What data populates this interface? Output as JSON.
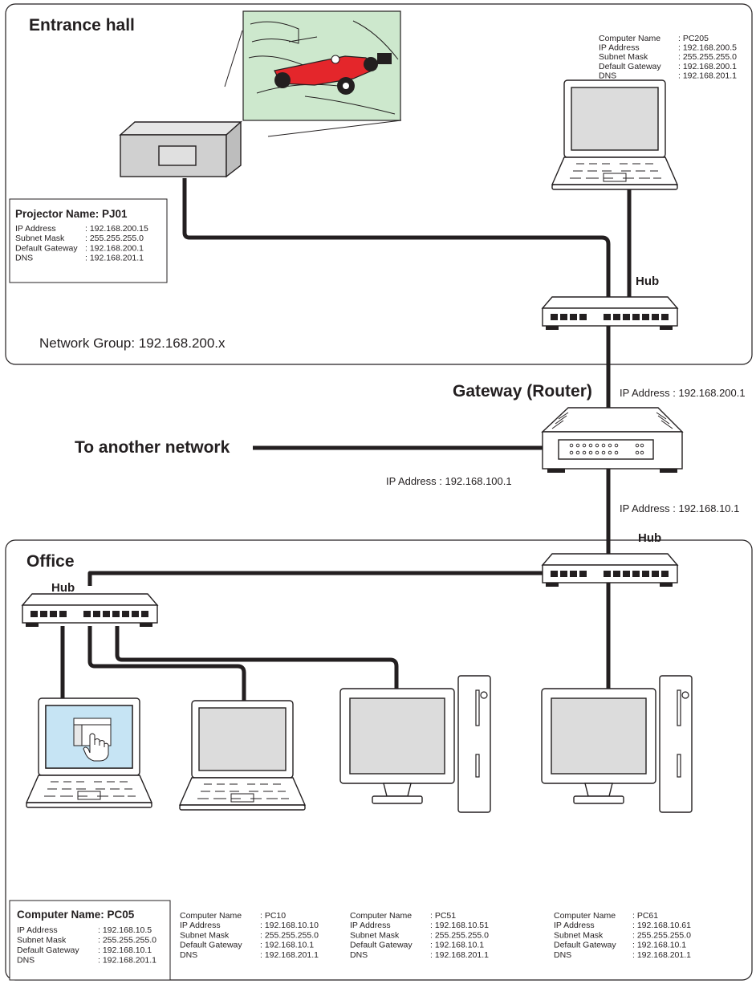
{
  "sections": {
    "entrance": "Entrance hall",
    "office": "Office",
    "network_group": "Network Group: 192.168.200.x"
  },
  "hubs": {
    "hub1": "Hub",
    "hub2": "Hub",
    "hub3": "Hub"
  },
  "router": {
    "title": "Gateway (Router)",
    "ip_top": "IP Address : 192.168.200.1",
    "ip_left": "IP Address : 192.168.100.1",
    "ip_bottom": "IP Address : 192.168.10.1"
  },
  "another_network": "To another network",
  "projector": {
    "title": "Projector Name: PJ01",
    "rows": [
      {
        "k": "IP Address",
        "v": ": 192.168.200.15"
      },
      {
        "k": "Subnet Mask",
        "v": ": 255.255.255.0"
      },
      {
        "k": "Default Gateway",
        "v": ": 192.168.200.1"
      },
      {
        "k": "DNS",
        "v": ": 192.168.201.1"
      }
    ]
  },
  "pc205": {
    "rows": [
      {
        "k": "Computer Name",
        "v": ": PC205"
      },
      {
        "k": "IP Address",
        "v": ": 192.168.200.5"
      },
      {
        "k": "Subnet Mask",
        "v": ": 255.255.255.0"
      },
      {
        "k": "Default Gateway",
        "v": ": 192.168.200.1"
      },
      {
        "k": "DNS",
        "v": ": 192.168.201.1"
      }
    ]
  },
  "pc05": {
    "title": "Computer Name: PC05",
    "rows": [
      {
        "k": "IP Address",
        "v": ": 192.168.10.5"
      },
      {
        "k": "Subnet Mask",
        "v": ": 255.255.255.0"
      },
      {
        "k": "Default Gateway",
        "v": ": 192.168.10.1"
      },
      {
        "k": "DNS",
        "v": ": 192.168.201.1"
      }
    ]
  },
  "pc10": {
    "rows": [
      {
        "k": "Computer Name",
        "v": ": PC10"
      },
      {
        "k": "IP Address",
        "v": ": 192.168.10.10"
      },
      {
        "k": "Subnet Mask",
        "v": ": 255.255.255.0"
      },
      {
        "k": "Default Gateway",
        "v": ": 192.168.10.1"
      },
      {
        "k": "DNS",
        "v": ": 192.168.201.1"
      }
    ]
  },
  "pc51": {
    "rows": [
      {
        "k": "Computer Name",
        "v": ": PC51"
      },
      {
        "k": "IP Address",
        "v": ": 192.168.10.51"
      },
      {
        "k": "Subnet Mask",
        "v": ": 255.255.255.0"
      },
      {
        "k": "Default Gateway",
        "v": ": 192.168.10.1"
      },
      {
        "k": "DNS",
        "v": ": 192.168.201.1"
      }
    ]
  },
  "pc61": {
    "rows": [
      {
        "k": "Computer Name",
        "v": ": PC61"
      },
      {
        "k": "IP Address",
        "v": ": 192.168.10.61"
      },
      {
        "k": "Subnet Mask",
        "v": ": 255.255.255.0"
      },
      {
        "k": "Default Gateway",
        "v": ": 192.168.10.1"
      },
      {
        "k": "DNS",
        "v": ": 192.168.201.1"
      }
    ]
  },
  "colors": {
    "projected_screen": "#cde8cd",
    "active_screen": "#c6e4f4",
    "monitor_screen": "#dcdcdc",
    "device_body": "#ffffff",
    "stroke": "#231f20",
    "car_red": "#e4262b"
  },
  "icons": {
    "projector": "projector-icon",
    "laptop": "laptop-icon",
    "desktop": "desktop-computer-icon",
    "hub": "network-hub-icon",
    "router": "router-icon",
    "projected_image": "race-car-image",
    "cursor": "hand-cursor-icon"
  }
}
